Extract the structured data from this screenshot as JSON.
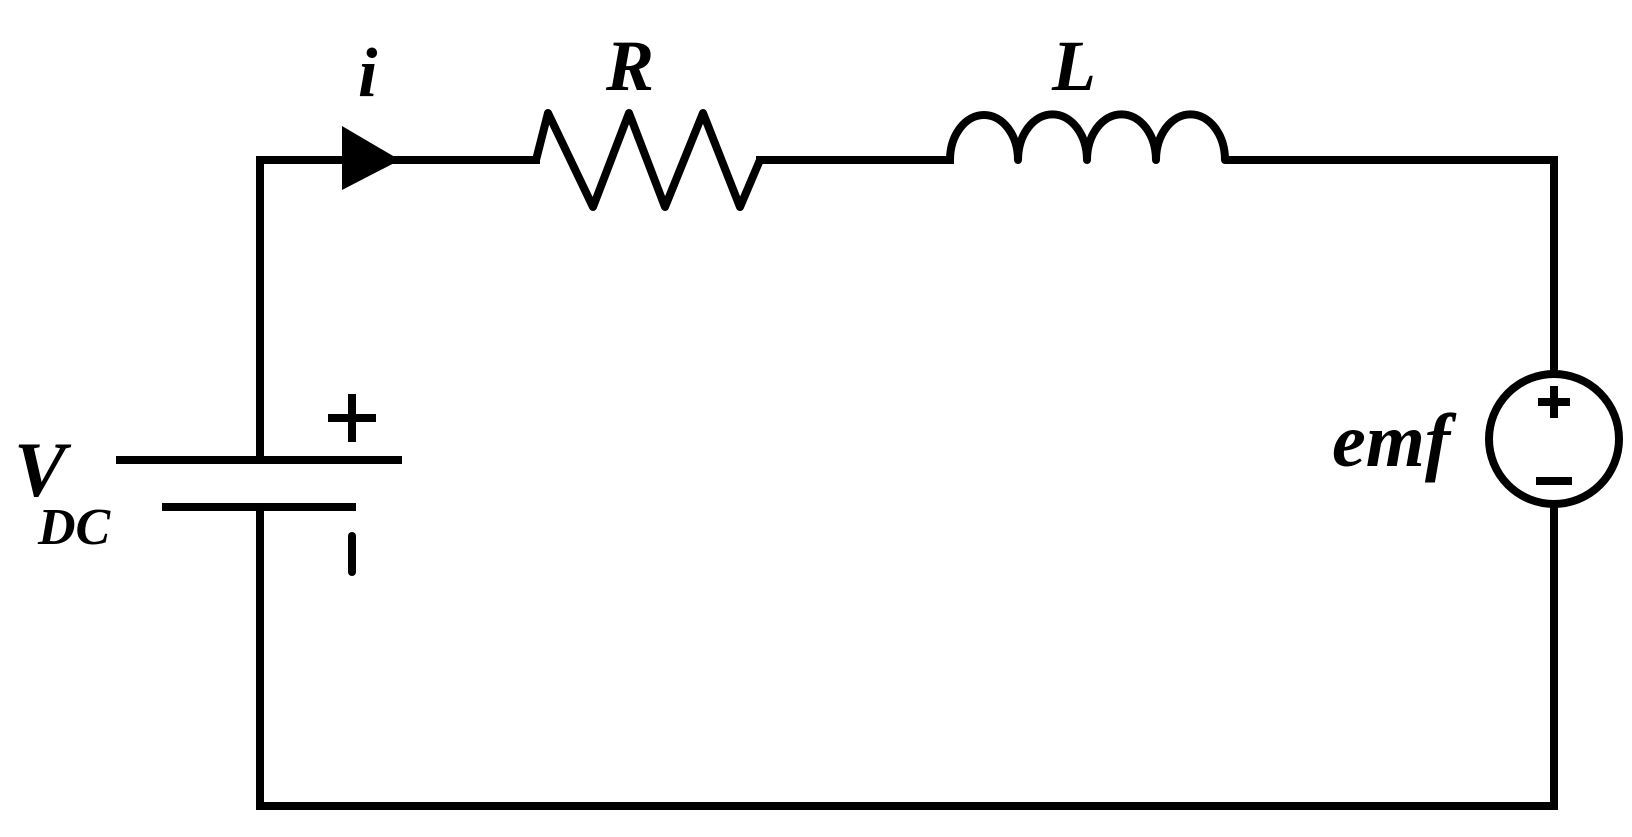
{
  "labels": {
    "current": "i",
    "resistor": "R",
    "inductor": "L",
    "dc_source_main": "V",
    "dc_source_sub": "DC",
    "emf": "emf"
  },
  "colors": {
    "stroke": "#000000",
    "background": "#ffffff"
  }
}
